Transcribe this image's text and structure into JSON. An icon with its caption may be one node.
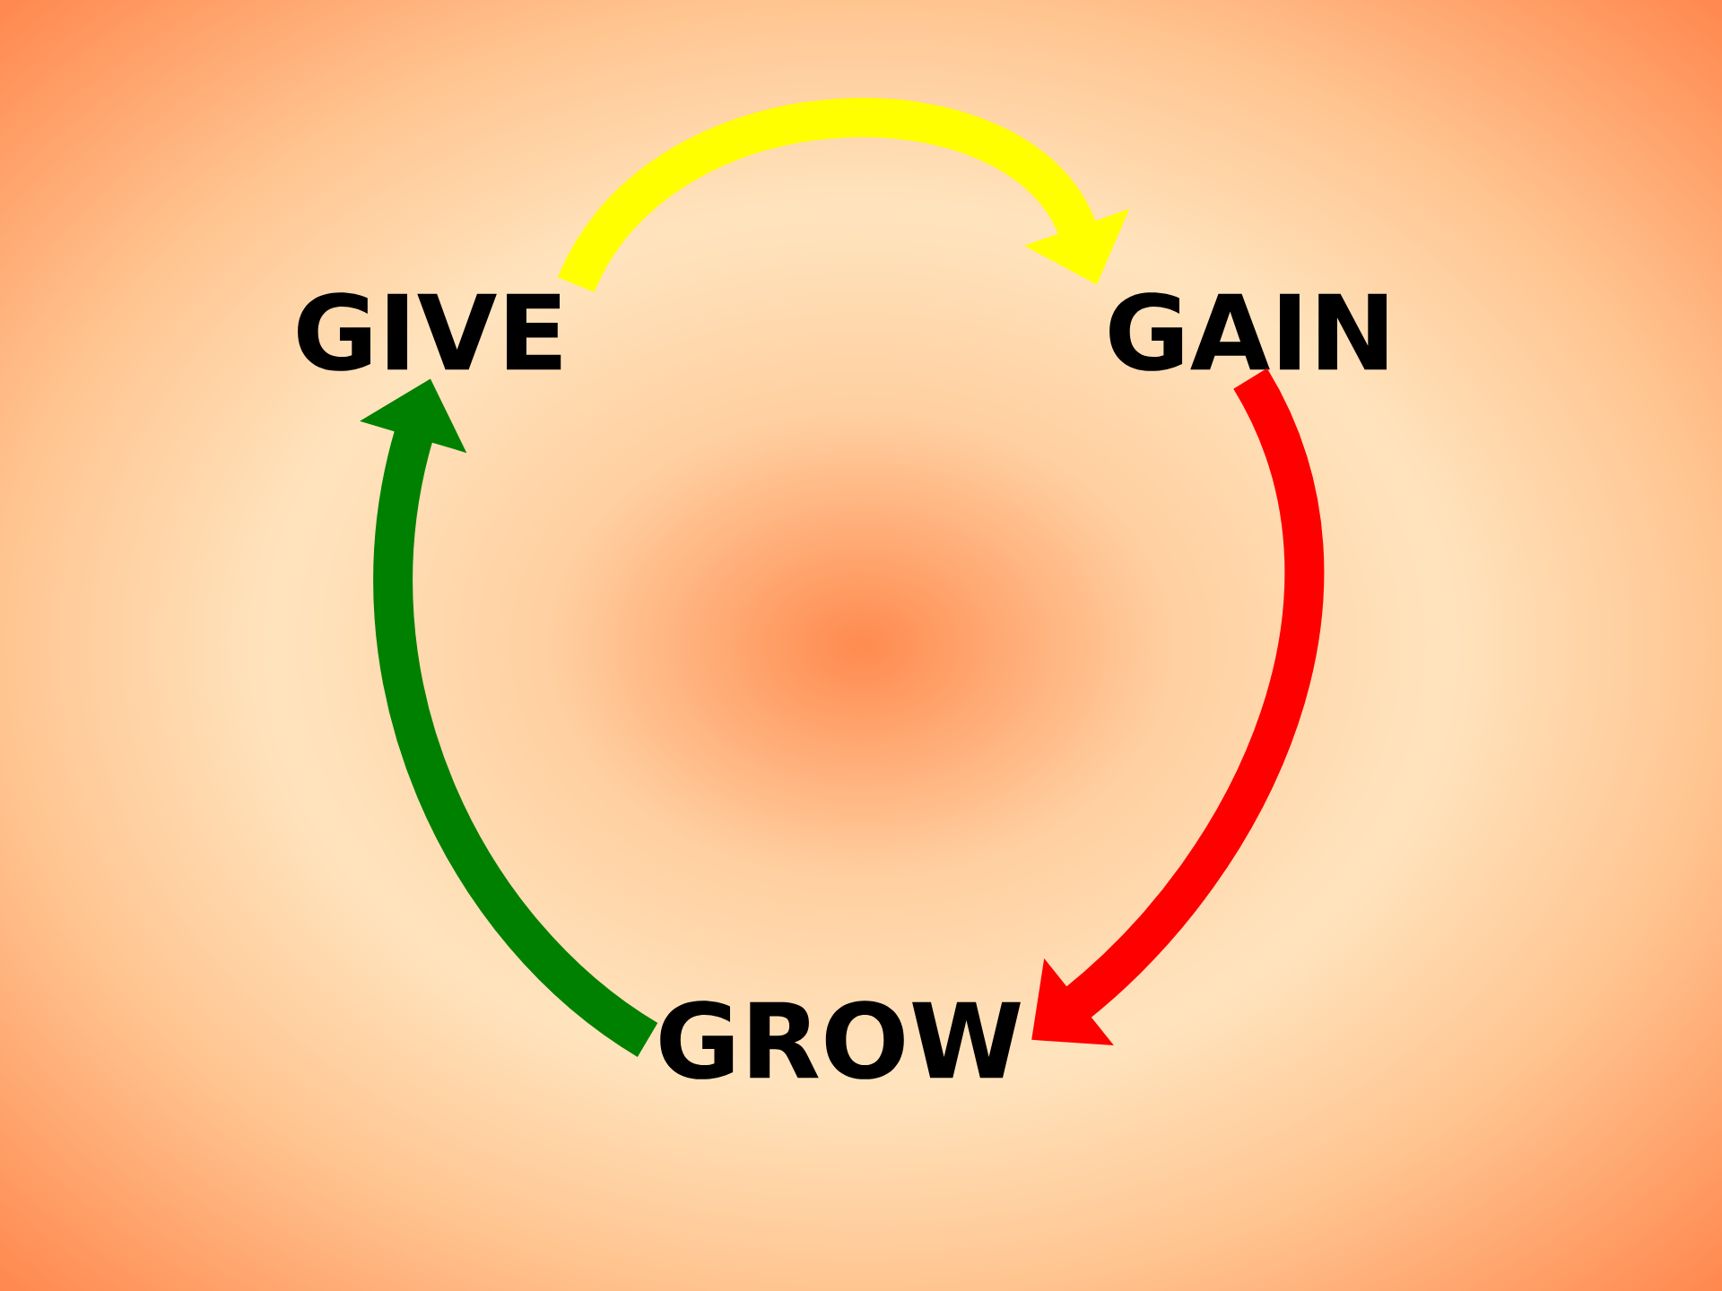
{
  "diagram": {
    "nodes": [
      {
        "text": [
          "GIVE"
        ]
      },
      {
        "text": [
          "GAIN"
        ]
      },
      {
        "text": [
          "GROW"
        ]
      }
    ],
    "edges": [
      {
        "from": 0,
        "to": 1,
        "arrow": "to",
        "color": "#ffff00"
      },
      {
        "from": 1,
        "to": 2,
        "arrow": "to",
        "color": "#ff0000"
      },
      {
        "from": 2,
        "to": 0,
        "arrow": "to",
        "color": "#008000"
      }
    ]
  }
}
